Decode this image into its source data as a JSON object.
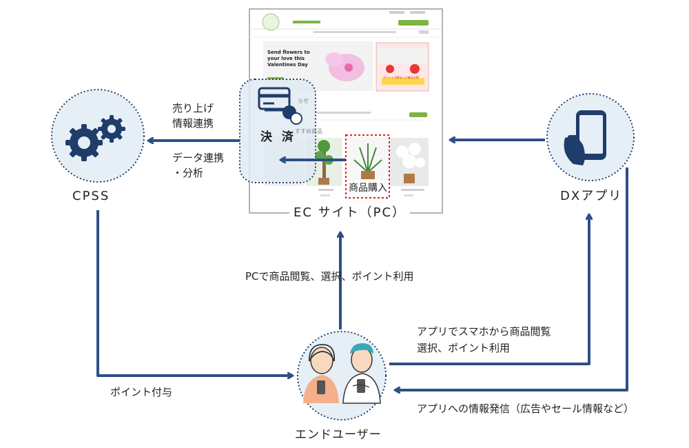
{
  "nodes": {
    "cpss": "CPSS",
    "dx_app": "DXアプリ",
    "ec_site": "EC サイト（PC）",
    "end_user": "エンドユーザー",
    "payment": "決 済",
    "purchase": "商品購入"
  },
  "edges": {
    "sales_link_1": "売り上げ",
    "sales_link_2": "情報連携",
    "data_link_1": "データ連携",
    "data_link_2": "・分析",
    "pc_browse": "PCで商品閲覧、選択、ポイント利用",
    "app_browse_1": "アプリでスマホから商品閲覧",
    "app_browse_2": "選択、ポイント利用",
    "app_info": "アプリへの情報発信（広告やセール情報など）",
    "points": "ポイント付与"
  },
  "ec_screenshot": {
    "hero_text": "Send flowers to your love this Valentines Day",
    "section_hint": "らせ",
    "section_hint2": "すすめ商品",
    "banner_text": "ポイントが貯まって毎月お得"
  },
  "colors": {
    "arrow": "#2c4f86",
    "circle_fill": "#e6eff6",
    "circle_border": "#1f3d6b",
    "icon": "#1f3d6b",
    "purchase_box": "#e02020"
  }
}
